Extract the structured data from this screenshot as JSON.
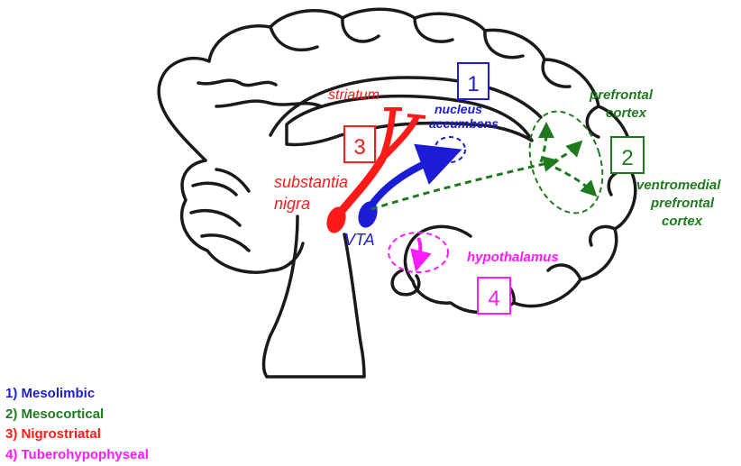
{
  "colors": {
    "mesolimbic": "#1c1cd6",
    "mesocortical": "#1f7a1f",
    "nigrostriatal": "#ff1a1a",
    "tuberohypophyseal": "#ff1aff",
    "outline": "#1a1a1a"
  },
  "labels": {
    "striatum": "striatum",
    "nucleus_line1": "nucleus",
    "nucleus_line2": "accumbens",
    "substantia_line1": "substantia",
    "substantia_line2": "nigra",
    "vta": "VTA",
    "prefrontal_line1": "prefrontal",
    "prefrontal_line2": "cortex",
    "ventromedial_line1": "ventromedial",
    "ventromedial_line2": "prefrontal",
    "ventromedial_line3": "cortex",
    "hypothalamus": "hypothalamus"
  },
  "boxes": {
    "box1": "1",
    "box2": "2",
    "box3": "3",
    "box4": "4"
  },
  "legend": [
    "1) Mesolimbic",
    "2) Mesocortical",
    "3) Nigrostriatal",
    "4) Tuberohypophyseal"
  ]
}
